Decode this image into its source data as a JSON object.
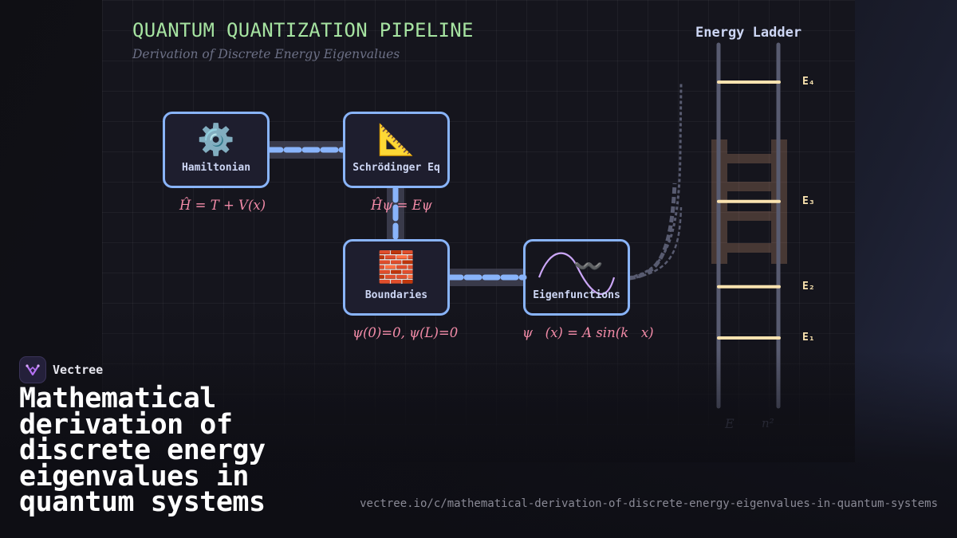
{
  "header": {
    "title": "QUANTUM QUANTIZATION PIPELINE",
    "subtitle": "Derivation of Discrete Energy Eigenvalues"
  },
  "pipeline": {
    "nodes": [
      {
        "id": "hamiltonian",
        "label": "Hamiltonian",
        "icon": "gear-icon",
        "glyph": "⚙️",
        "formula": "Ĥ = T + V(x)"
      },
      {
        "id": "schrodinger",
        "label": "Schrödinger Eq",
        "icon": "triangular-ruler-icon",
        "glyph": "📐",
        "formula": "Ĥψ = Eψ"
      },
      {
        "id": "boundaries",
        "label": "Boundaries",
        "icon": "brick-wall-icon",
        "glyph": "🧱",
        "formula": "ψ(0)=0, ψ(L)=0"
      },
      {
        "id": "eigenfunctions",
        "label": "Eigenfunctions",
        "icon": "wavy-dash-icon",
        "glyph": "〰️",
        "formula": "ψ   (x) = A sin(k   x)"
      }
    ],
    "links": [
      {
        "from": "hamiltonian",
        "to": "schrodinger"
      },
      {
        "from": "schrodinger",
        "to": "boundaries"
      },
      {
        "from": "boundaries",
        "to": "eigenfunctions"
      },
      {
        "from": "eigenfunctions",
        "to": "energy-ladder"
      }
    ]
  },
  "energy_ladder": {
    "title": "Energy Ladder",
    "levels": [
      {
        "label": "E₄",
        "n": 4
      },
      {
        "label": "E₃",
        "n": 3
      },
      {
        "label": "E₂",
        "n": 2
      },
      {
        "label": "E₁",
        "n": 1
      }
    ],
    "scaling_note": {
      "left": "E",
      "right": "n²"
    }
  },
  "footer": {
    "brand": "Vectree",
    "headline": "Mathematical derivation of discrete energy eigenvalues in quantum systems",
    "url": "vectree.io/c/mathematical-derivation-of-discrete-energy-eigenvalues-in-quantum-systems"
  },
  "colors": {
    "node_border": "#89b4fa",
    "connector": "#89b4fa",
    "formula": "#f38ba8",
    "title": "#a6e3a1",
    "energy_level": "#f9e2af",
    "wave": "#cba6f7"
  }
}
